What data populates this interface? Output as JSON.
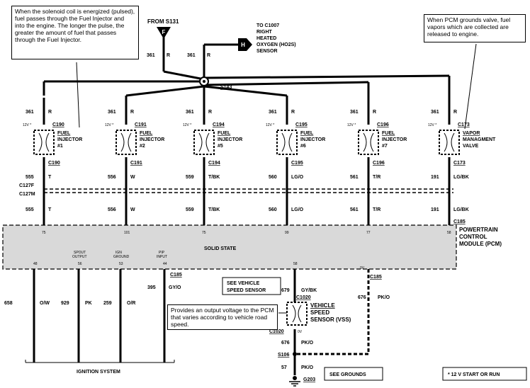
{
  "notes": {
    "injector_note": "When the solenoid coil is energized (pulsed), fuel passes through the Fuel Injector and into the engine. The longer the pulse, the greater the amount of fuel that passes through the Fuel Injector.",
    "vmv_note": "When PCM grounds valve, fuel vapors which are collected are released to engine.",
    "vss_note": "Provides an output voltage to the PCM that varies according to vehicle road speed.",
    "start_run": "* 12 V START OR RUN"
  },
  "top": {
    "from_label": "FROM S131",
    "from_letter": "F",
    "to_line1": "TO C1007",
    "to_line2": "RIGHT",
    "to_line3": "HEATED",
    "to_line4": "OXYGEN (HO2S)",
    "to_line5": "SENSOR",
    "to_letter": "H",
    "wire_num": "361",
    "wire_color": "R",
    "splice": "S143"
  },
  "feed": {
    "num": "361",
    "color": "R",
    "voltage": "12V *"
  },
  "components": [
    {
      "top_conn": "C190",
      "bot_conn": "C190",
      "l1": "FUEL",
      "l2": "INJECTOR",
      "l3": "#1",
      "out_num": "555",
      "out_color": "T",
      "low_num": "555",
      "low_color": "T",
      "pin": "75"
    },
    {
      "top_conn": "C191",
      "bot_conn": "C191",
      "l1": "FUEL",
      "l2": "INJECTOR",
      "l3": "#2",
      "out_num": "556",
      "out_color": "W",
      "low_num": "556",
      "low_color": "W",
      "pin": "101"
    },
    {
      "top_conn": "C194",
      "bot_conn": "C194",
      "l1": "FUEL",
      "l2": "INJECTOR",
      "l3": "#5",
      "out_num": "559",
      "out_color": "T/BK",
      "low_num": "559",
      "low_color": "T/BK",
      "pin": "75"
    },
    {
      "top_conn": "C195",
      "bot_conn": "C195",
      "l1": "FUEL",
      "l2": "INJECTOR",
      "l3": "#6",
      "out_num": "560",
      "out_color": "LG/O",
      "low_num": "560",
      "low_color": "LG/O",
      "pin": "99"
    },
    {
      "top_conn": "C196",
      "bot_conn": "C196",
      "l1": "FUEL",
      "l2": "INJECTOR",
      "l3": "#7",
      "out_num": "561",
      "out_color": "T/R",
      "low_num": "561",
      "low_color": "T/R",
      "pin": "77"
    },
    {
      "top_conn": "C173",
      "bot_conn": "C173",
      "l1": "VAPOR",
      "l2": "MANAGMENT",
      "l3": "VALVE",
      "out_num": "191",
      "out_color": "LG/BK",
      "low_num": "191",
      "low_color": "LG/BK",
      "pin": "58"
    }
  ],
  "inline": {
    "upper": "C127F",
    "lower": "C127M"
  },
  "pcm": {
    "conn": "C185",
    "name1": "POWERTRAIN",
    "name2": "CONTROL",
    "name3": "MODULE (PCM)",
    "solid_state": "SOLID STATE",
    "pin_labels": {
      "spout_out_1": "SPOUT",
      "spout_out_2": "OUTPUT",
      "ign_gnd_1": "IGN",
      "ign_gnd_2": "GROUND",
      "pip_1": "PIP",
      "pip_2": "INPUT"
    },
    "pins_bottom": {
      "p1": "48",
      "p2": "56",
      "p3": "53",
      "p4": "44",
      "p5": "58",
      "p6": "0V"
    },
    "conn_low": "C185",
    "conn_low_right": "C185"
  },
  "bottom_wires": [
    {
      "num": "658",
      "color": "O/W"
    },
    {
      "num": "929",
      "color": "PK"
    },
    {
      "num": "259",
      "color": "O/R"
    },
    {
      "num": "395",
      "color": "GY/O"
    }
  ],
  "ignition": "IGNITION SYSTEM",
  "vss": {
    "see": "SEE VEHICLE",
    "see2": "SPEED SENSOR",
    "wire_in_num": "679",
    "wire_in_color": "GY/BK",
    "conn": "C1020",
    "conn_bot": "C1020",
    "name1": "VEHICLE",
    "name2": "SPEED",
    "name3": "SENSOR (VSS)",
    "wire_right_num": "676",
    "wire_right_color": "PK/O",
    "wire_low_num": "676",
    "wire_low_color": "PK/O",
    "splice": "S106",
    "ground_num": "57",
    "ground_color": "PK/O",
    "ground": "G203",
    "see_grounds": "SEE GROUNDS",
    "zero_v": "0V"
  }
}
